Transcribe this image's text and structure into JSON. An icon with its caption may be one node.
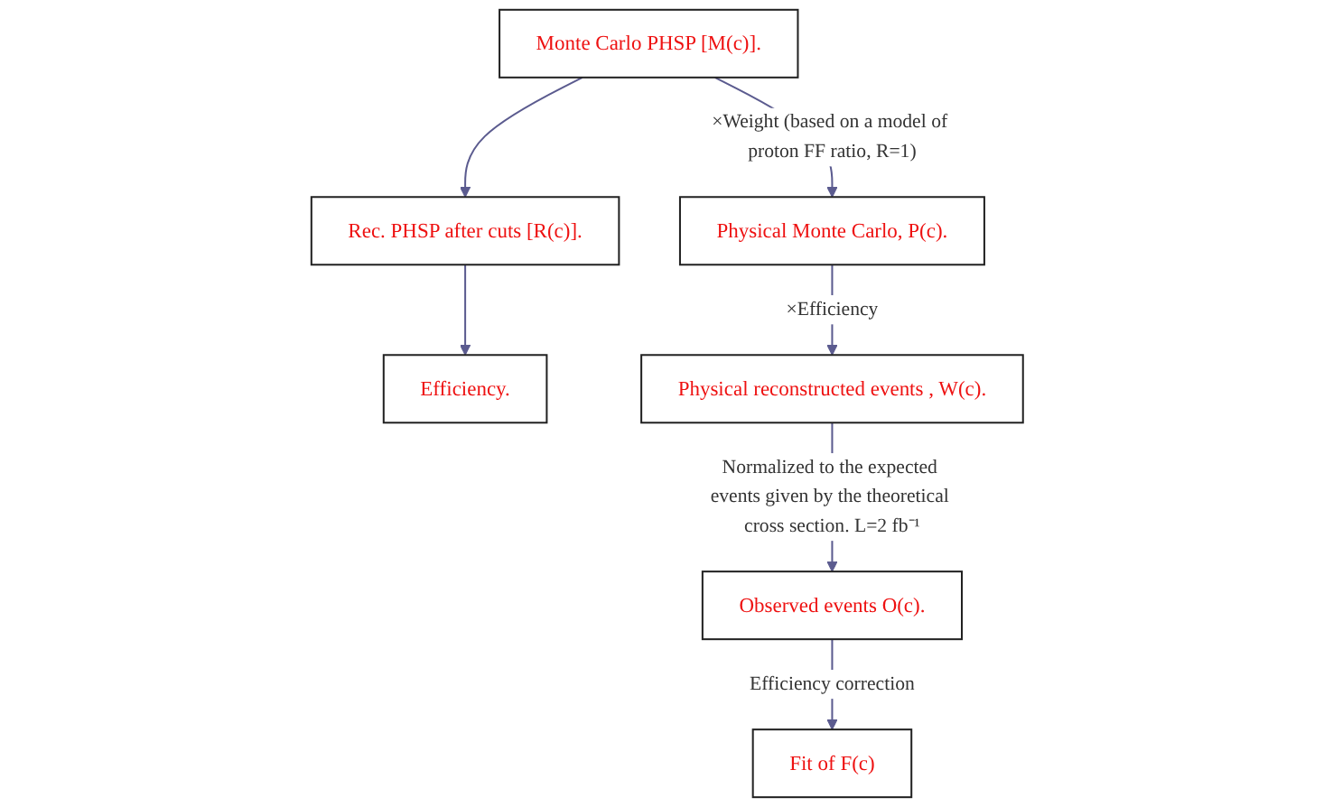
{
  "diagram": {
    "nodes": [
      {
        "text": [
          "Monte Carlo PHSP [M(c)]."
        ]
      },
      {
        "text": [
          "Rec. PHSP after cuts [R(c)]."
        ]
      },
      {
        "text": [
          "Efficiency."
        ]
      },
      {
        "text": [
          "Physical Monte Carlo, P(c)."
        ]
      },
      {
        "text": [
          "Physical reconstructed events , W(c)."
        ]
      },
      {
        "text": [
          "Observed events O(c)."
        ]
      },
      {
        "text": [
          "Fit of F(c)"
        ]
      }
    ],
    "edges": [
      {
        "from": 0,
        "to": 1,
        "arrow": "to"
      },
      {
        "from": 1,
        "to": 2,
        "arrow": "to"
      },
      {
        "from": 0,
        "to": 3,
        "arrow": "to",
        "label": "×Weight (based on a model of proton FF ratio, R=1)"
      },
      {
        "from": 3,
        "to": 4,
        "arrow": "to",
        "label": "×Efficiency"
      },
      {
        "from": 4,
        "to": 5,
        "arrow": "to",
        "label": "Normalized to the expected events given by the theoretical cross section. L=2 fb⁻¹"
      },
      {
        "from": 5,
        "to": 6,
        "arrow": "to",
        "label": "Efficiency correction"
      }
    ]
  }
}
